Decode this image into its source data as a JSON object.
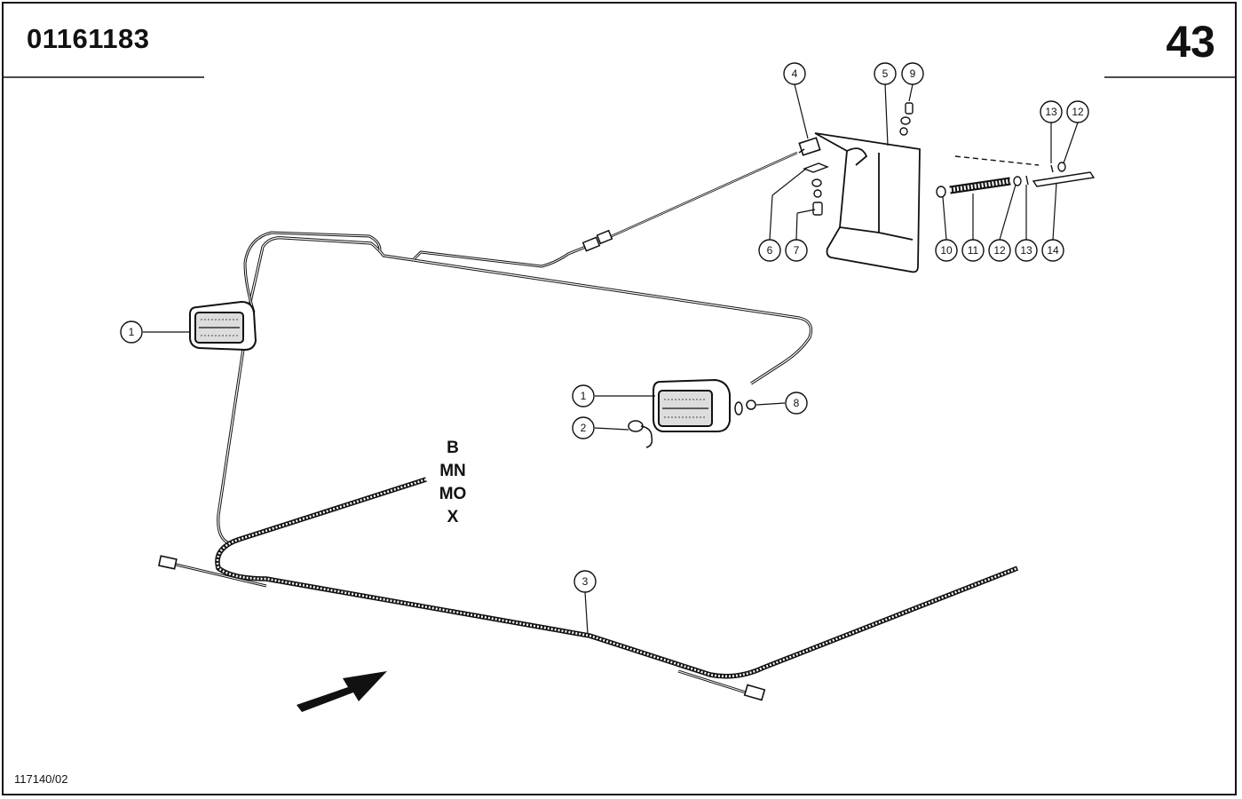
{
  "header": {
    "part_number": "01161183",
    "page_number": "43"
  },
  "footer": {
    "drawing_ref": "117140/02"
  },
  "variant_codes": [
    "B",
    "MN",
    "MO",
    "X"
  ],
  "callouts": {
    "c1a": "1",
    "c1b": "1",
    "c2": "2",
    "c3": "3",
    "c4": "4",
    "c5": "5",
    "c6": "6",
    "c7": "7",
    "c8": "8",
    "c9": "9",
    "c10": "10",
    "c11": "11",
    "c12a": "12",
    "c12b": "12",
    "c13a": "13",
    "c13b": "13",
    "c14": "14"
  }
}
